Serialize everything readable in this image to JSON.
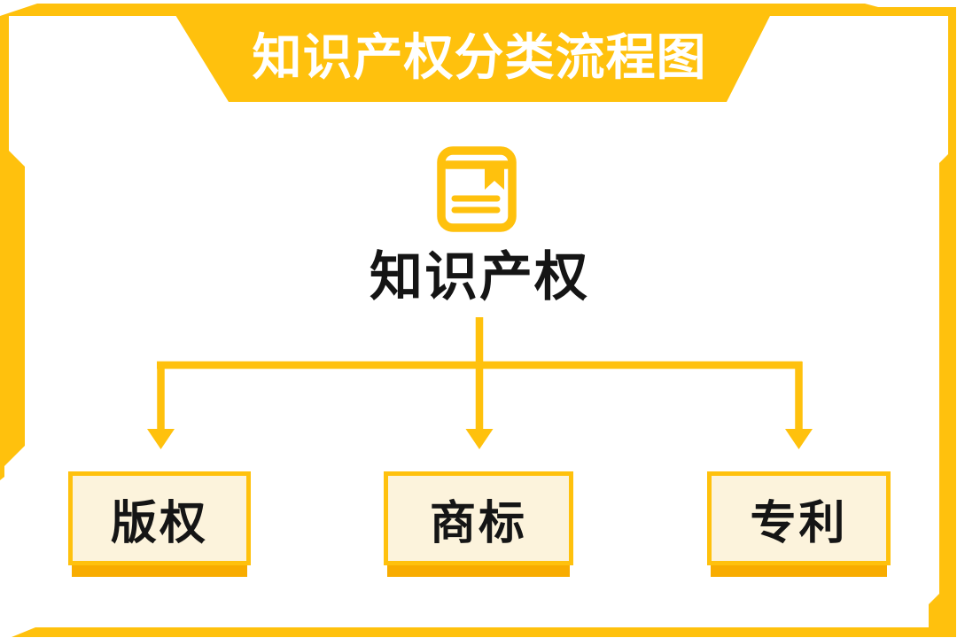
{
  "title": "知识产权分类流程图",
  "root": {
    "label": "知识产权",
    "icon": "book-icon"
  },
  "branches": [
    {
      "label": "版权"
    },
    {
      "label": "商标"
    },
    {
      "label": "专利"
    }
  ],
  "colors": {
    "amber": "#FFC10D",
    "amber-dark": "#F8AC00",
    "cream": "#FCF3DC",
    "ink": "#151515",
    "title-text": "#FFFFFF",
    "paper": "#FFFFFF"
  }
}
